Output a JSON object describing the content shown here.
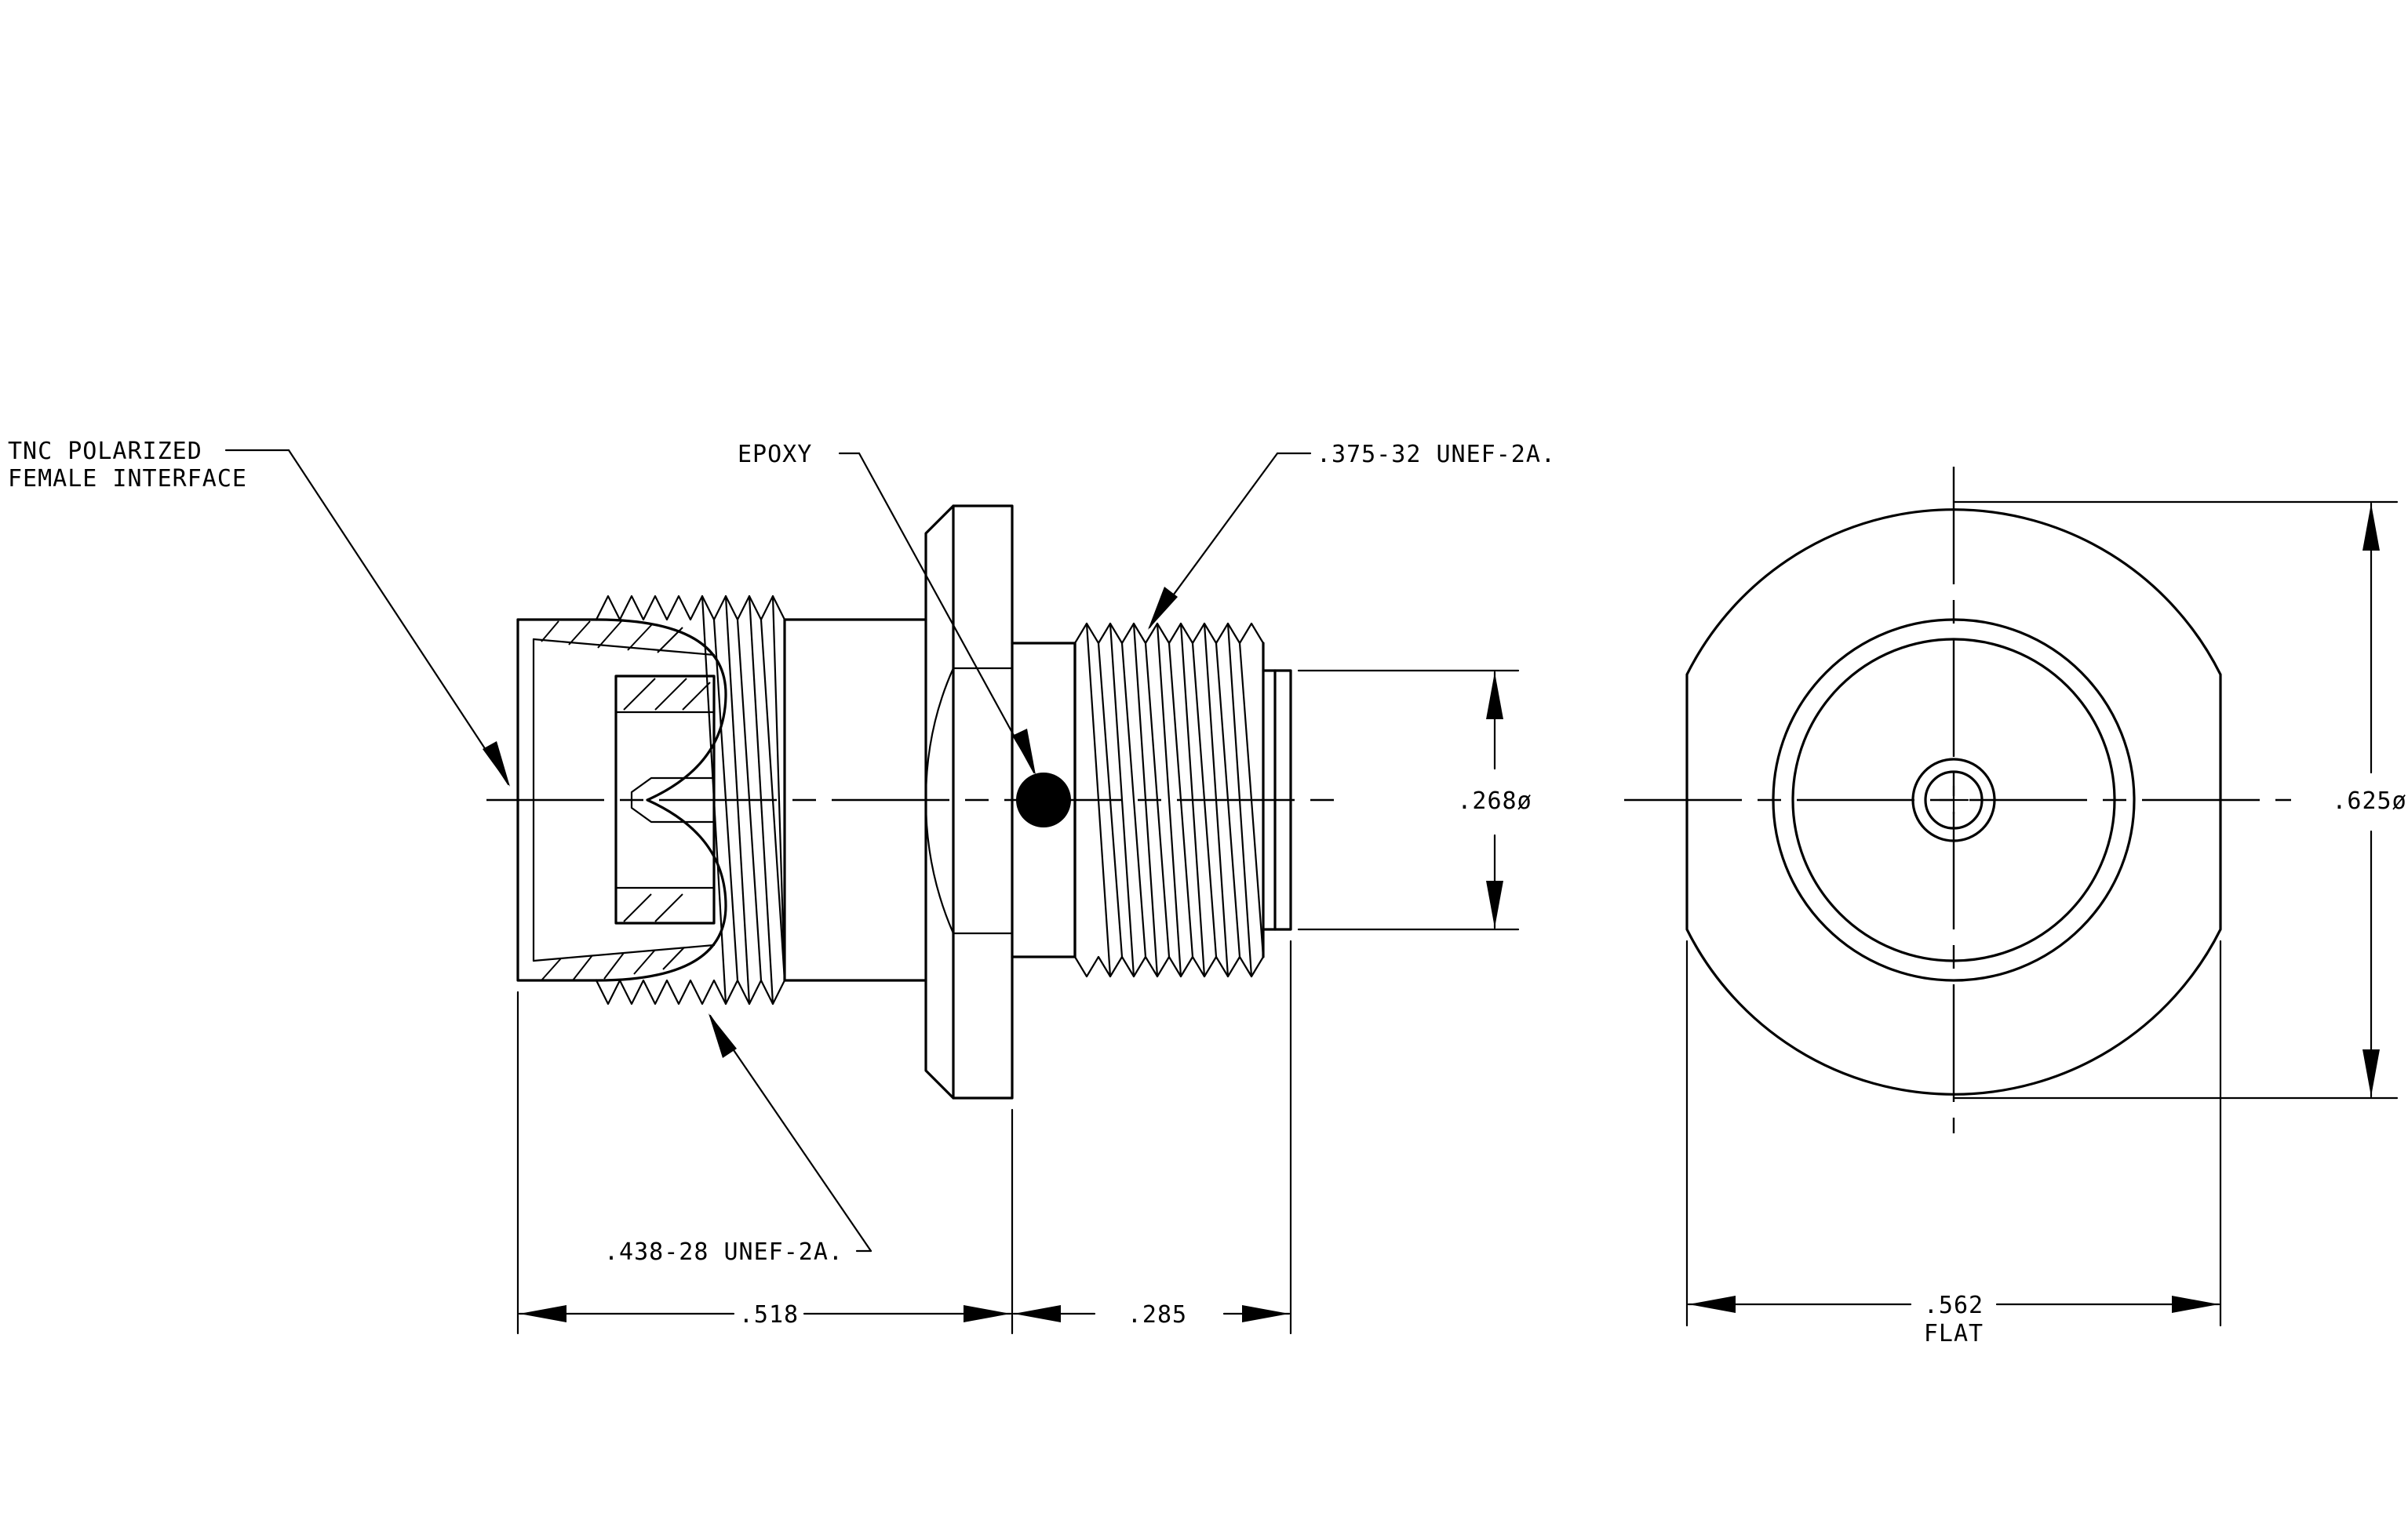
{
  "labels": {
    "tnc_line1": "TNC POLARIZED",
    "tnc_line2": "FEMALE INTERFACE",
    "epoxy": "EPOXY",
    "thread_rear": ".375-32 UNEF-2A.",
    "thread_front": ".438-28 UNEF-2A.",
    "dim_length_front": ".518",
    "dim_length_rear": ".285",
    "dim_pin_dia": ".268ø",
    "dim_flange_dia": ".625ø",
    "dim_flat": ".562",
    "dim_flat_note": "FLAT"
  },
  "colors": {
    "line": "#000000",
    "background": "#ffffff"
  }
}
